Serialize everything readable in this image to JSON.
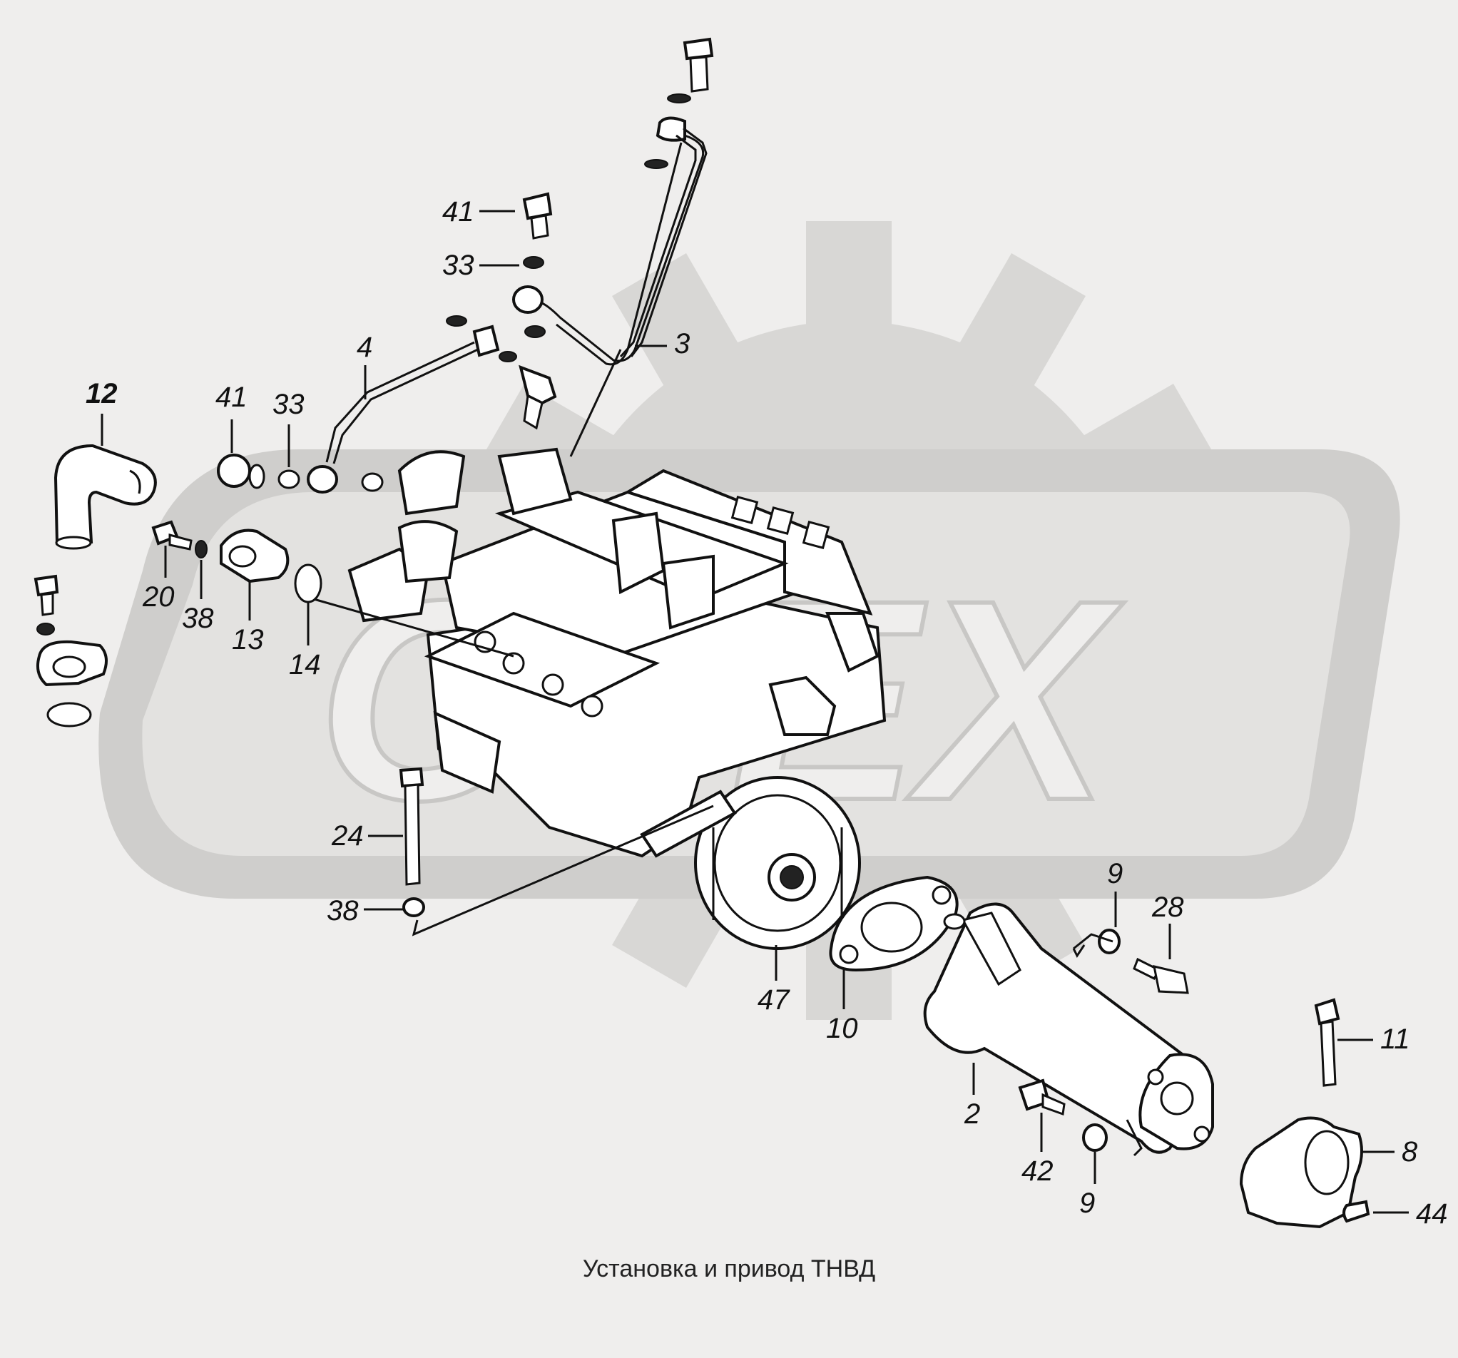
{
  "watermark": {
    "text": "OPEX",
    "color": "#d2d1cf"
  },
  "caption": "Установка и привод ТНВД",
  "callouts": [
    {
      "id": "c41a",
      "text": "41"
    },
    {
      "id": "c33a",
      "text": "33"
    },
    {
      "id": "c3",
      "text": "3"
    },
    {
      "id": "c4",
      "text": "4"
    },
    {
      "id": "c12",
      "text": "12"
    },
    {
      "id": "c41b",
      "text": "41"
    },
    {
      "id": "c33b",
      "text": "33"
    },
    {
      "id": "c20",
      "text": "20"
    },
    {
      "id": "c38a",
      "text": "38"
    },
    {
      "id": "c13",
      "text": "13"
    },
    {
      "id": "c14",
      "text": "14"
    },
    {
      "id": "c24",
      "text": "24"
    },
    {
      "id": "c38b",
      "text": "38"
    },
    {
      "id": "c47",
      "text": "47"
    },
    {
      "id": "c10",
      "text": "10"
    },
    {
      "id": "c9a",
      "text": "9"
    },
    {
      "id": "c28",
      "text": "28"
    },
    {
      "id": "c2",
      "text": "2"
    },
    {
      "id": "c42",
      "text": "42"
    },
    {
      "id": "c9b",
      "text": "9"
    },
    {
      "id": "c11",
      "text": "11"
    },
    {
      "id": "c8",
      "text": "8"
    },
    {
      "id": "c44",
      "text": "44"
    }
  ]
}
